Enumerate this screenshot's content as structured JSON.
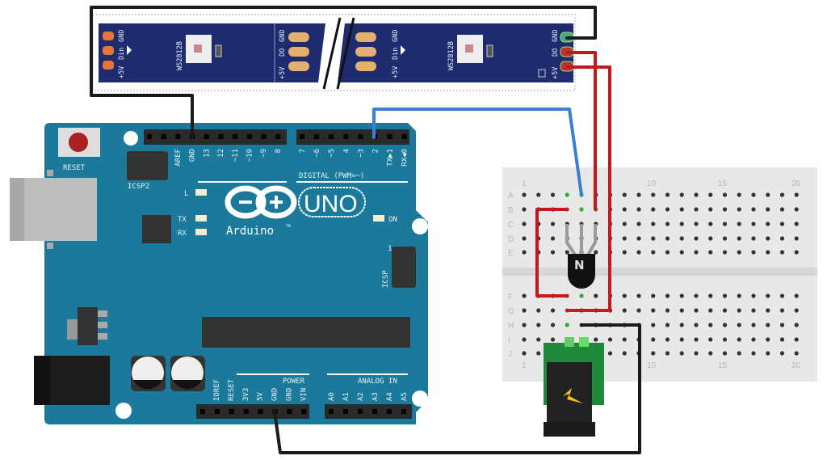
{
  "led_strip": {
    "pin_labels": [
      "GND",
      "Din",
      "+5V"
    ],
    "out_labels": [
      "GND",
      "DO",
      "+5V"
    ],
    "chip_label": "WS2812B"
  },
  "arduino": {
    "reset_label": "RESET",
    "icsp2_label": "ICSP2",
    "icsp_label": "ICSP",
    "icsp_pin1": "1",
    "logo_text": "Arduino",
    "tm": "TM",
    "uno_label": "UNO",
    "led_labels": {
      "l": "L",
      "tx": "TX",
      "rx": "RX",
      "on": "ON"
    },
    "digital_label": "DIGITAL (PWM=~)",
    "top_left_pins": [
      "AREF",
      "GND",
      "13",
      "12",
      "~11",
      "~10",
      "~9",
      "8"
    ],
    "top_right_pins": [
      "7",
      "~6",
      "~5",
      "4",
      "~3",
      "2",
      "TX▶1",
      "RX◀0"
    ],
    "power_label": "POWER",
    "power_pins": [
      "IOREF",
      "RESET",
      "3V3",
      "5V",
      "GND",
      "GND",
      "VIN"
    ],
    "analog_label": "ANALOG IN",
    "analog_pins": [
      "A0",
      "A1",
      "A2",
      "A3",
      "A4",
      "A5"
    ]
  },
  "breadboard": {
    "rows_top": [
      "A",
      "B",
      "C",
      "D",
      "E"
    ],
    "rows_bottom": [
      "F",
      "G",
      "H",
      "I",
      "J"
    ],
    "col_numbers": [
      "1",
      "10",
      "15",
      "20"
    ]
  },
  "transistor": {
    "label": "N"
  },
  "colors": {
    "board": "#1b7a9b",
    "strip": "#1e2b6e",
    "wire_red": "#c8161d",
    "wire_blue": "#3a7fd0",
    "wire_black": "#1a1a1a",
    "breadboard": "#e8e8e8"
  }
}
